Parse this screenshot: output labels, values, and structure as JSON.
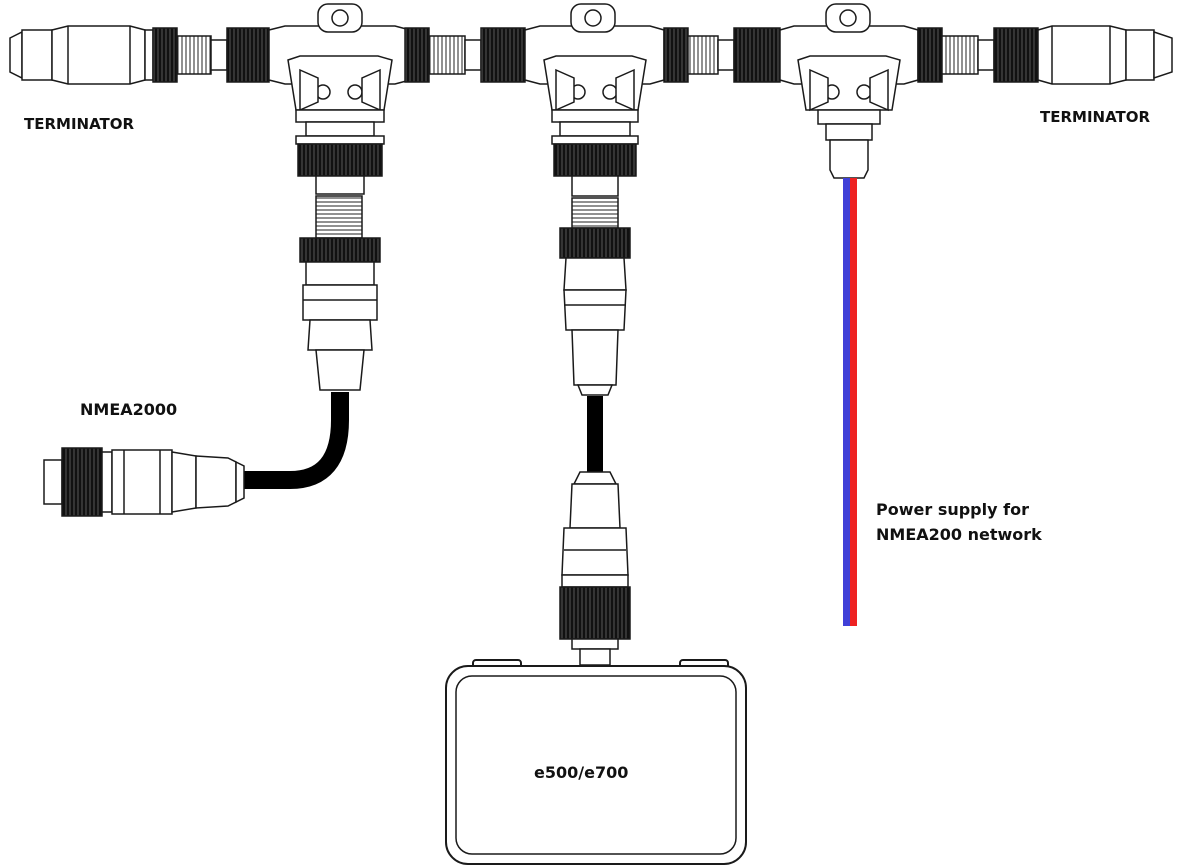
{
  "labels": {
    "terminator_left": "TERMINATOR",
    "terminator_right": "TERMINATOR",
    "nmea_device": "NMEA2000",
    "power_line1": "Power supply for",
    "power_line2": "NMEA200 network",
    "device": "e500/e700"
  },
  "colors": {
    "cable": "#000000",
    "power_positive": "#ee2222",
    "power_negative": "#4040d8",
    "outline": "#1a1a1a",
    "fill": "#ffffff",
    "knurl": "#111111"
  },
  "icons": [
    "terminator-icon",
    "t-connector-icon",
    "drop-cable-icon",
    "power-cable-icon",
    "gateway-device-icon"
  ]
}
